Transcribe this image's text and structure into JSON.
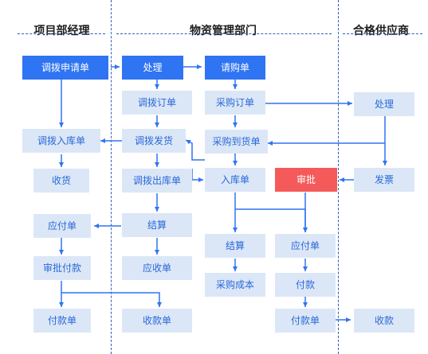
{
  "lanes": {
    "pm": "项目部经理",
    "materials": "物资管理部门",
    "supplier": "合格供应商"
  },
  "nodes": {
    "transfer_request": "调拨申请单",
    "transfer_receipt": "调拨入库单",
    "receive_goods": "收货",
    "payable_left": "应付单",
    "approve_payment": "审批付款",
    "payment_left": "付款单",
    "process_mid": "处理",
    "transfer_order": "调拨订单",
    "transfer_ship": "调拨发货",
    "transfer_outbound": "调拨出库单",
    "settle_left": "结算",
    "receivable": "应收单",
    "collection_left": "收款单",
    "purchase_request": "请购单",
    "purchase_order": "采购订单",
    "purchase_arrival": "采购到货单",
    "inbound": "入库单",
    "settle_right": "结算",
    "purchase_cost": "采购成本",
    "approve": "审批",
    "payable_right": "应付单",
    "pay": "付款",
    "payment_right": "付款单",
    "supplier_process": "处理",
    "invoice": "发票",
    "supplier_collect": "收款"
  },
  "colors": {
    "primary": "#2f74f2",
    "alert": "#f45a5a",
    "box_fill": "#dbe7f7",
    "box_text": "#2a68d8",
    "edge": "#2f74f2",
    "divider": "#2d5fb8"
  }
}
